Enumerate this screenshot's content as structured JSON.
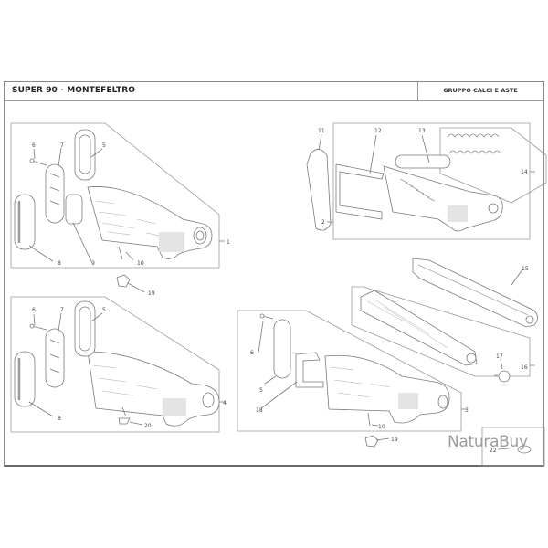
{
  "header": {
    "title": "SUPER 90 - MONTEFELTRO",
    "group": "GRUPPO CALCI E ASTE"
  },
  "callouts": {
    "p1": "1",
    "p2": "2",
    "p3": "3",
    "p4": "4",
    "p5a": "5",
    "p5b": "5",
    "p5c": "5",
    "p6a": "6",
    "p6b": "6",
    "p6c": "6",
    "p7a": "7",
    "p7b": "7",
    "p8a": "8",
    "p8b": "8",
    "p9": "9",
    "p10a": "10",
    "p10b": "10",
    "p11": "11",
    "p12": "12",
    "p13": "13",
    "p14": "14",
    "p15": "15",
    "p16": "16",
    "p17": "17",
    "p18": "18",
    "p19a": "19",
    "p19b": "19",
    "p20": "20",
    "p22": "22"
  },
  "watermark": "NaturaBuy",
  "colors": {
    "line": "#7a7a7a",
    "frame": "#8a8a8a",
    "text": "#222222",
    "watermark": "#9c9c9c"
  }
}
